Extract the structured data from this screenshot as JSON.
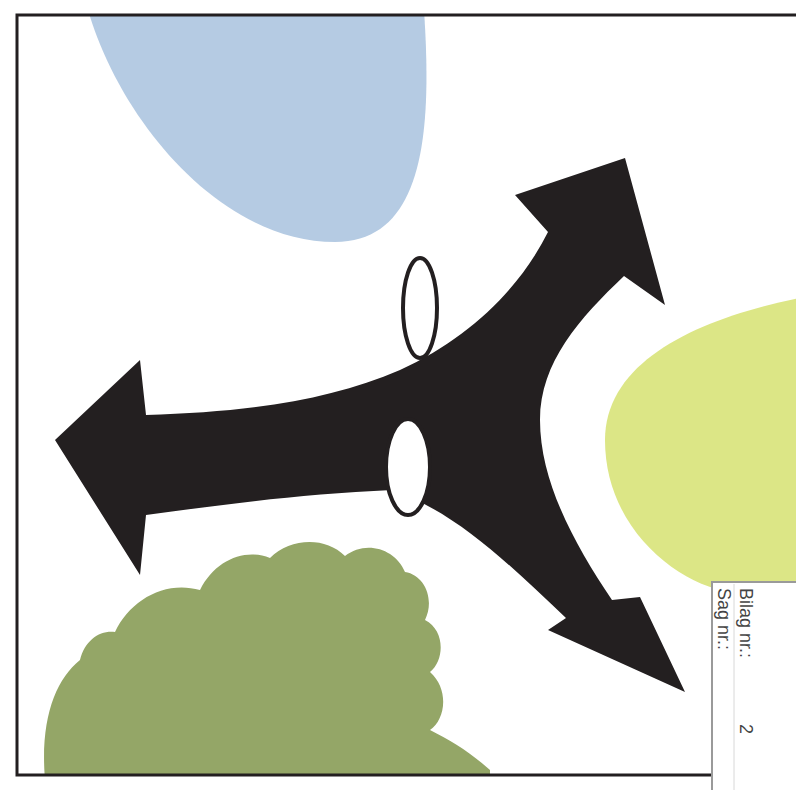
{
  "diagram": {
    "labels": [
      "Sag nr.:",
      "Bilag nr.:",
      "2"
    ]
  }
}
